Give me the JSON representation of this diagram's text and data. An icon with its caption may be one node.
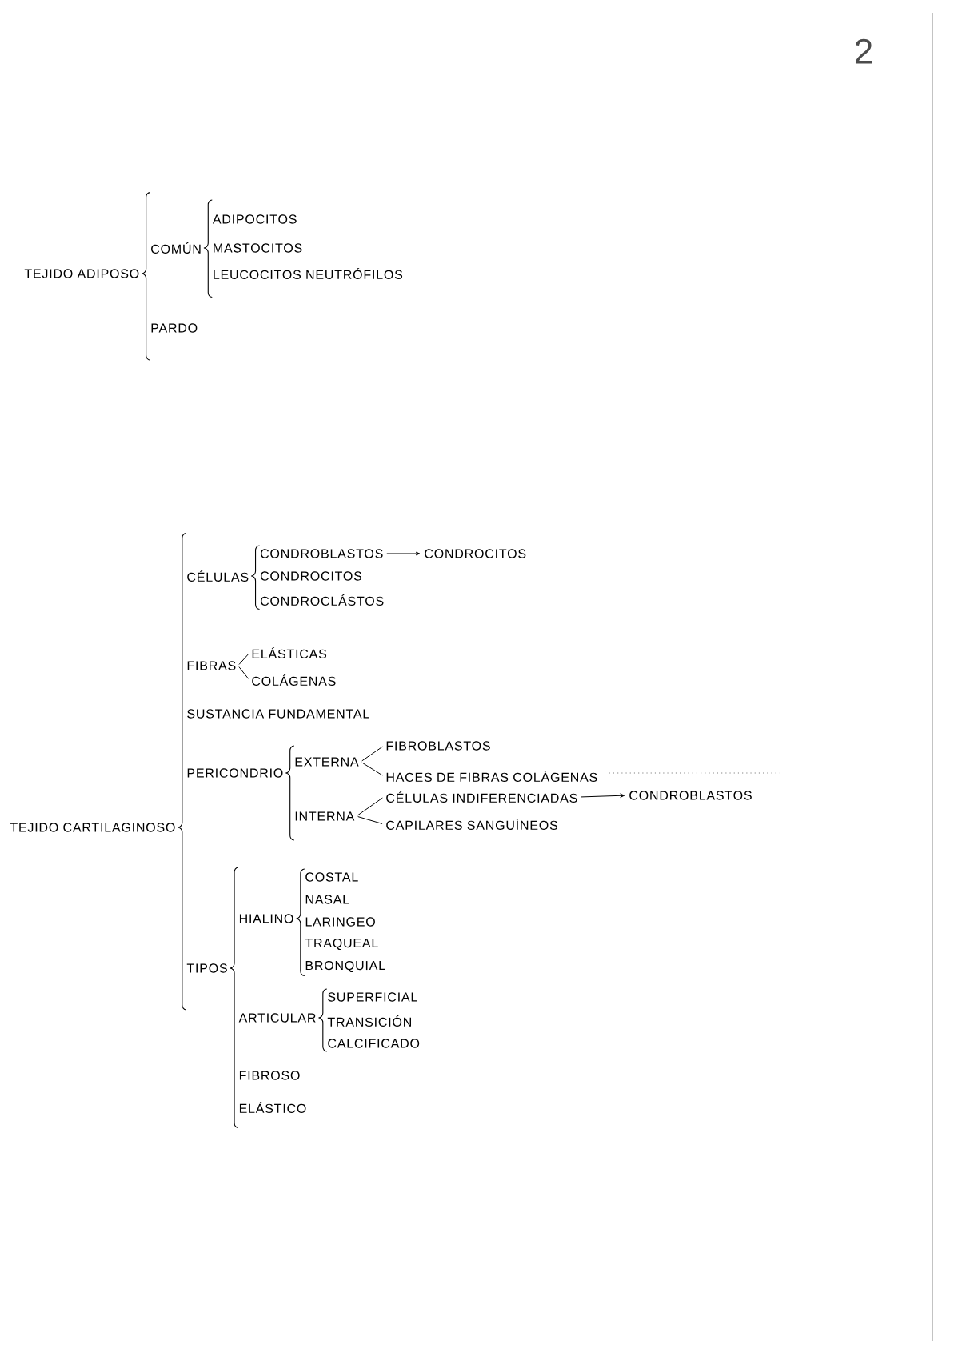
{
  "diagram": {
    "nodes": [
      {
        "text": [
          "TEJIDO ADIPOSO"
        ]
      },
      {
        "text": [
          "COMÚN"
        ]
      },
      {
        "text": [
          "ADIPOCITOS"
        ]
      },
      {
        "text": [
          "MASTOCITOS"
        ]
      },
      {
        "text": [
          "LEUCOCITOS NEUTRÓFILOS"
        ]
      },
      {
        "text": [
          "PARDO"
        ]
      },
      {
        "text": [
          "TEJIDO CARTILAGINOSO"
        ]
      },
      {
        "text": [
          "CÉLULAS"
        ]
      },
      {
        "text": [
          "CONDROBLASTOS"
        ]
      },
      {
        "text": [
          "CONDROCITOS"
        ]
      },
      {
        "text": [
          "CONDROCITOS"
        ]
      },
      {
        "text": [
          "CONDROCLÁSTOS"
        ]
      },
      {
        "text": [
          "FIBRAS"
        ]
      },
      {
        "text": [
          "ELÁSTICAS"
        ]
      },
      {
        "text": [
          "COLÁGENAS"
        ]
      },
      {
        "text": [
          "SUSTANCIA FUNDAMENTAL"
        ]
      },
      {
        "text": [
          "PERICONDRIO"
        ]
      },
      {
        "text": [
          "EXTERNA"
        ]
      },
      {
        "text": [
          "FIBROBLASTOS"
        ]
      },
      {
        "text": [
          "HACES DE FIBRAS COLÁGENAS"
        ]
      },
      {
        "text": [
          "INTERNA"
        ]
      },
      {
        "text": [
          "CÉLULAS INDIFERENCIADAS"
        ]
      },
      {
        "text": [
          "CONDROBLASTOS"
        ]
      },
      {
        "text": [
          "CAPILARES SANGUÍNEOS"
        ]
      },
      {
        "text": [
          "TIPOS"
        ]
      },
      {
        "text": [
          "HIALINO"
        ]
      },
      {
        "text": [
          "COSTAL"
        ]
      },
      {
        "text": [
          "NASAL"
        ]
      },
      {
        "text": [
          "LARINGEO"
        ]
      },
      {
        "text": [
          "TRAQUEAL"
        ]
      },
      {
        "text": [
          "BRONQUIAL"
        ]
      },
      {
        "text": [
          "ARTICULAR"
        ]
      },
      {
        "text": [
          "SUPERFICIAL"
        ]
      },
      {
        "text": [
          "TRANSICIÓN"
        ]
      },
      {
        "text": [
          "CALCIFICADO"
        ]
      },
      {
        "text": [
          "FIBROSO"
        ]
      },
      {
        "text": [
          "ELÁSTICO"
        ]
      }
    ],
    "edges": [
      {
        "from": 0,
        "to": 1,
        "arrow": "none"
      },
      {
        "from": 0,
        "to": 5,
        "arrow": "none"
      },
      {
        "from": 1,
        "to": 2,
        "arrow": "none"
      },
      {
        "from": 1,
        "to": 3,
        "arrow": "none"
      },
      {
        "from": 1,
        "to": 4,
        "arrow": "none"
      },
      {
        "from": 6,
        "to": 7,
        "arrow": "none"
      },
      {
        "from": 6,
        "to": 12,
        "arrow": "none"
      },
      {
        "from": 6,
        "to": 15,
        "arrow": "none"
      },
      {
        "from": 6,
        "to": 16,
        "arrow": "none"
      },
      {
        "from": 6,
        "to": 24,
        "arrow": "none"
      },
      {
        "from": 7,
        "to": 8,
        "arrow": "none"
      },
      {
        "from": 7,
        "to": 10,
        "arrow": "none"
      },
      {
        "from": 7,
        "to": 11,
        "arrow": "none"
      },
      {
        "from": 8,
        "to": 9,
        "arrow": "to"
      },
      {
        "from": 12,
        "to": 13,
        "arrow": "none"
      },
      {
        "from": 12,
        "to": 14,
        "arrow": "none"
      },
      {
        "from": 16,
        "to": 17,
        "arrow": "none"
      },
      {
        "from": 16,
        "to": 20,
        "arrow": "none"
      },
      {
        "from": 17,
        "to": 18,
        "arrow": "none"
      },
      {
        "from": 17,
        "to": 19,
        "arrow": "none"
      },
      {
        "from": 20,
        "to": 21,
        "arrow": "none"
      },
      {
        "from": 20,
        "to": 23,
        "arrow": "none"
      },
      {
        "from": 21,
        "to": 22,
        "arrow": "to"
      },
      {
        "from": 24,
        "to": 25,
        "arrow": "none"
      },
      {
        "from": 24,
        "to": 31,
        "arrow": "none"
      },
      {
        "from": 24,
        "to": 35,
        "arrow": "none"
      },
      {
        "from": 24,
        "to": 36,
        "arrow": "none"
      },
      {
        "from": 25,
        "to": 26,
        "arrow": "none"
      },
      {
        "from": 25,
        "to": 27,
        "arrow": "none"
      },
      {
        "from": 25,
        "to": 28,
        "arrow": "none"
      },
      {
        "from": 25,
        "to": 29,
        "arrow": "none"
      },
      {
        "from": 25,
        "to": 30,
        "arrow": "none"
      },
      {
        "from": 31,
        "to": 32,
        "arrow": "none"
      },
      {
        "from": 31,
        "to": 33,
        "arrow": "none"
      },
      {
        "from": 31,
        "to": 34,
        "arrow": "none"
      }
    ],
    "labels": [
      "2"
    ]
  }
}
